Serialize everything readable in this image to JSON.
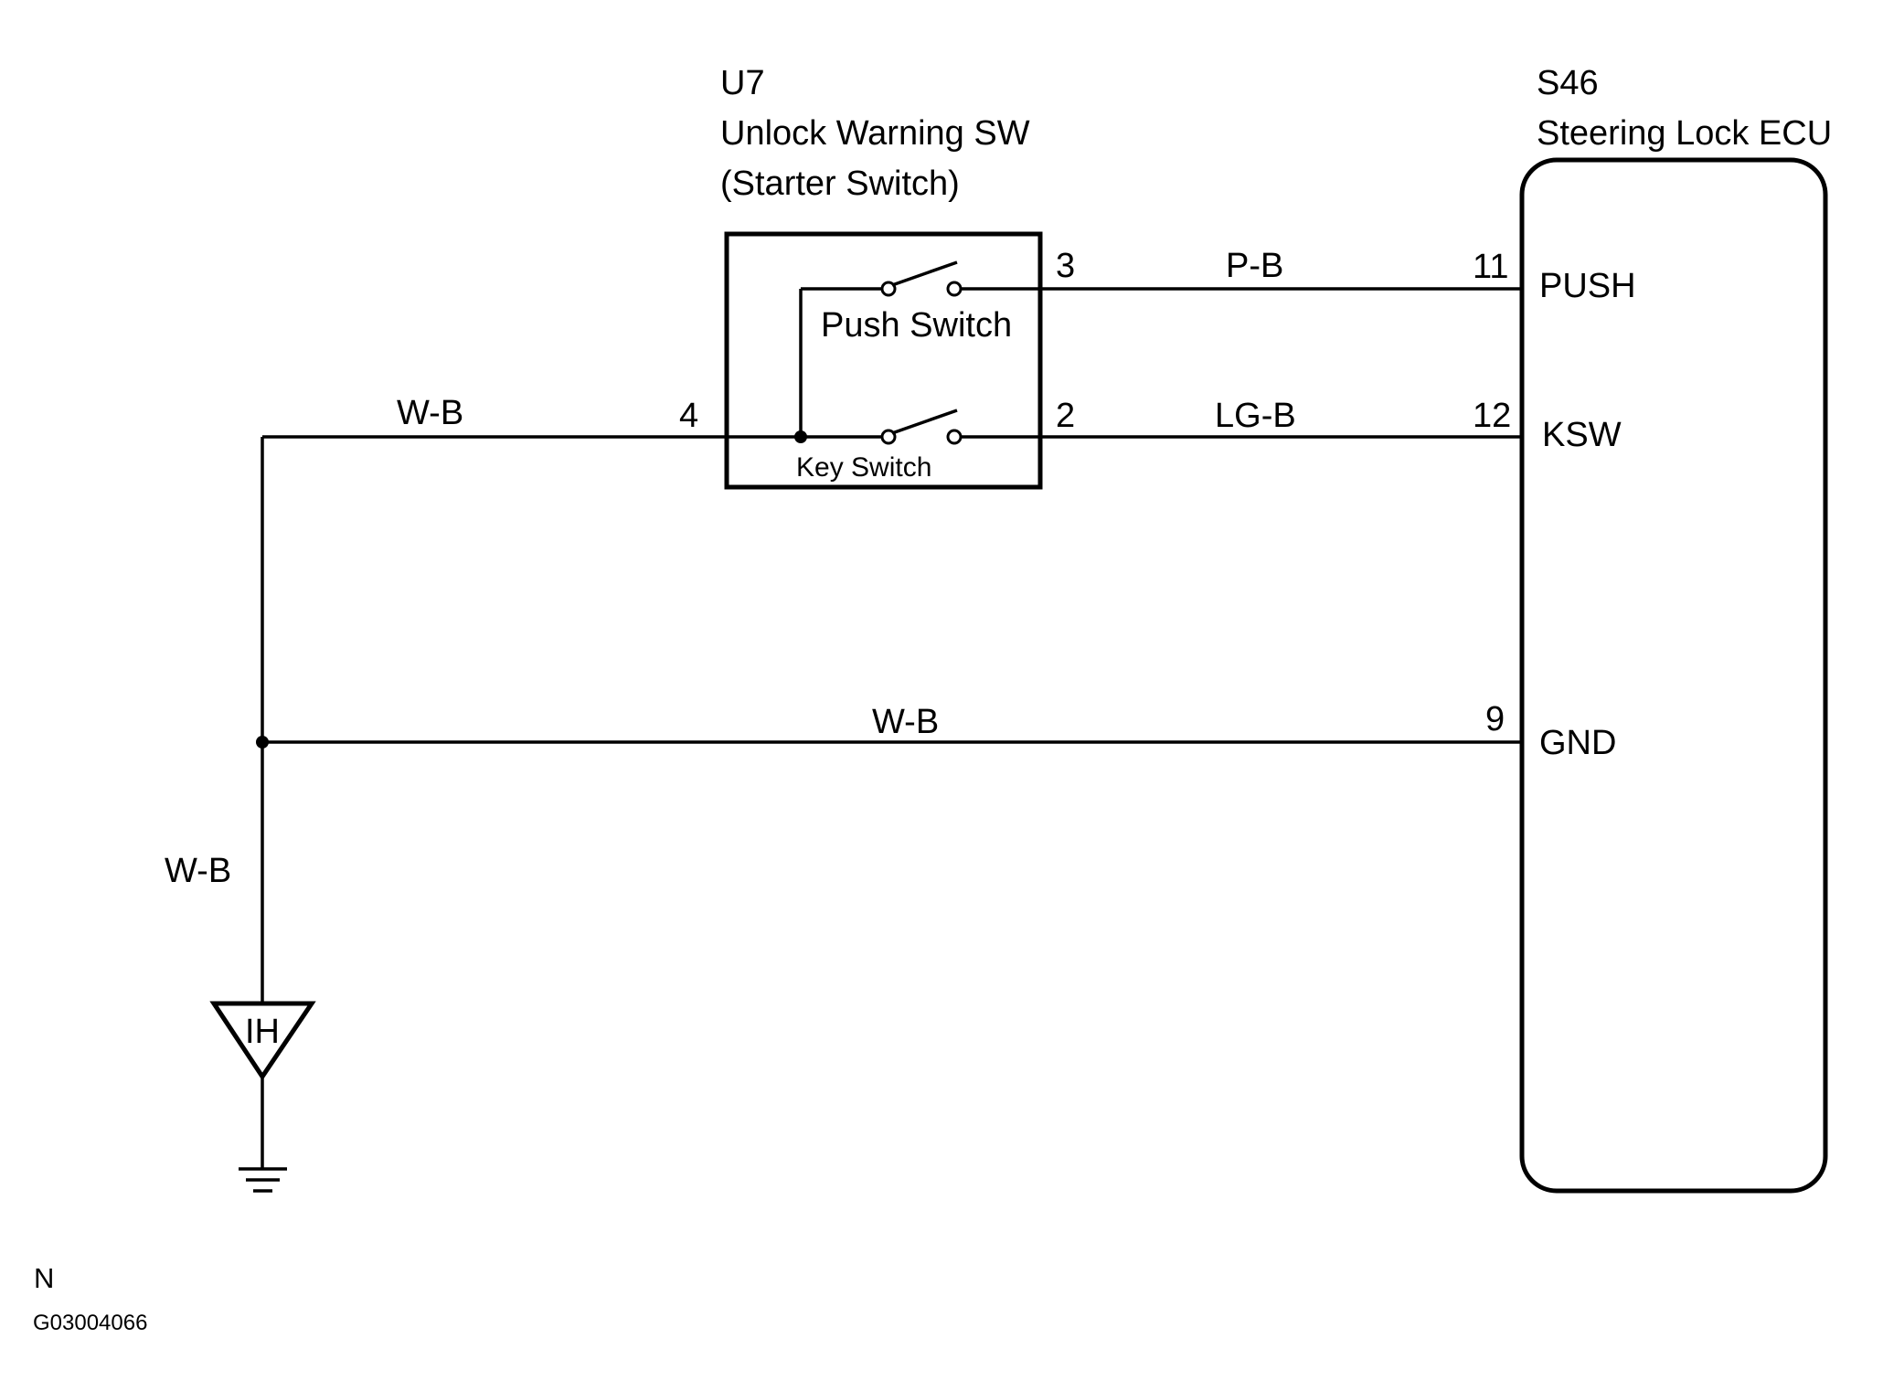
{
  "switch_component": {
    "code": "U7",
    "name": "Unlock Warning SW",
    "subname": "(Starter Switch)",
    "push_switch_label": "Push Switch",
    "key_switch_label": "Key Switch",
    "pin_3": "3",
    "pin_2": "2",
    "pin_4": "4"
  },
  "ecu_component": {
    "code": "S46",
    "name": "Steering Lock ECU",
    "pin_11": "11",
    "pin_12": "12",
    "pin_9": "9",
    "terminal_push": "PUSH",
    "terminal_ksw": "KSW",
    "terminal_gnd": "GND"
  },
  "wires": {
    "push_line": "P-B",
    "ksw_line": "LG-B",
    "switch_ground": "W-B",
    "ecu_ground": "W-B",
    "ground_drop": "W-B"
  },
  "ground_point": {
    "code": "IH"
  },
  "footer": {
    "letter": "N",
    "figure_id": "G03004066"
  }
}
